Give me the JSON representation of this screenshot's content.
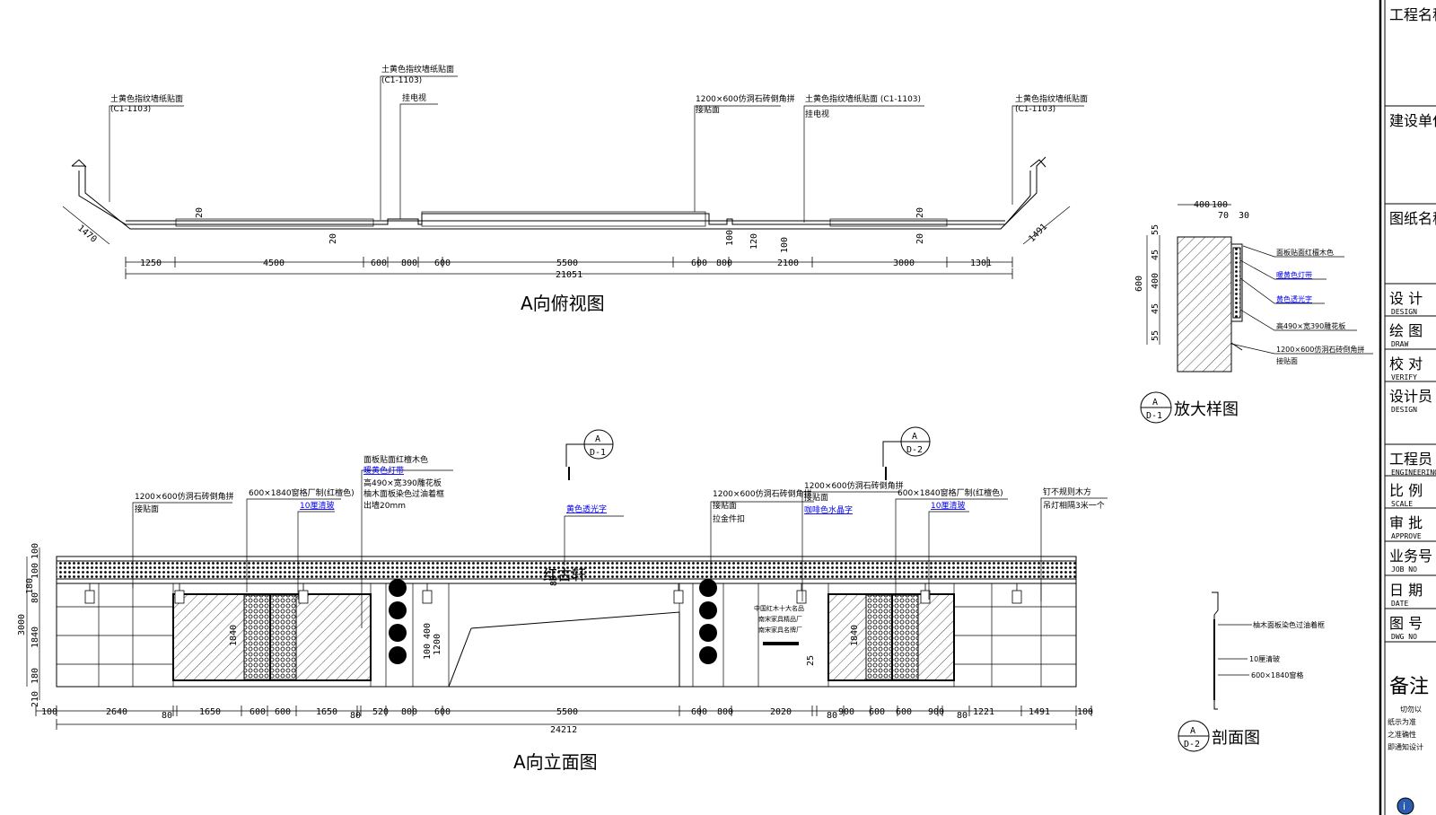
{
  "plan": {
    "title": "A向俯视图",
    "labels": {
      "wall_left": [
        "土黄色指纹墙纸贴面",
        "(C1-1103)"
      ],
      "wall_center": [
        "土黄色指纹墙纸贴面",
        "(C1-1103)"
      ],
      "tv": "挂电视",
      "stone": [
        "1200×600仿洞石砖倒角拼",
        "接贴面"
      ],
      "wall_right_mid": "土黄色指纹墙纸贴面 (C1-1103)",
      "tv2": "挂电视",
      "wall_right": [
        "土黄色指纹墙纸贴面",
        "(C1-1103)"
      ]
    },
    "dims": [
      "1250",
      "4500",
      "600",
      "800",
      "600",
      "5500",
      "600",
      "800",
      "2100",
      "3000",
      "1301"
    ],
    "total": "21051",
    "side_left": "1470",
    "side_right": "1491",
    "small": [
      "20",
      "20",
      "20",
      "20",
      "100",
      "120",
      "100"
    ]
  },
  "elevation": {
    "title": "A向立面图",
    "sign": "红古轩",
    "labels": {
      "stone_l": [
        "1200×600仿洞石砖倒角拼",
        "接贴面"
      ],
      "glass_l": "600×1840窗格厂制(红檀色)",
      "glass10_l": "10厘清玻",
      "panel": [
        "面板贴面红檀木色",
        "暖黄色灯带",
        "高490×宽390雕花板",
        "柚木面板染色过油着框",
        "出墙20mm"
      ],
      "yellow": "黄色透光字",
      "stone_r": [
        "1200×600仿洞石砖倒角拼",
        "接贴面",
        "拉金件扣"
      ],
      "stone_r2": [
        "1200×600仿洞石砖倒角拼",
        "接贴面",
        "咖啡色水晶字"
      ],
      "glass_r": "600×1840窗格厂制(红檀色)",
      "glass10_r": "10厘清玻",
      "nail": [
        "钉不规则木方",
        "吊灯相隔3米一个"
      ]
    },
    "texts": [
      "中国红木十大名品",
      "南宋家具精品厂",
      "南宋家具名牌厂"
    ],
    "dims": [
      "100",
      "2640",
      "80",
      "1650",
      "600",
      "600",
      "1650",
      "80",
      "520",
      "800",
      "600",
      "5500",
      "600",
      "800",
      "2020",
      "80",
      "900",
      "600",
      "600",
      "900",
      "80",
      "1221",
      "1491",
      "100"
    ],
    "total": "24212",
    "vdims": [
      "3000",
      "100",
      "100",
      "180",
      "80",
      "1840",
      "180",
      "210"
    ],
    "inner": [
      "1840",
      "1840",
      "400",
      "100",
      "1200",
      "80",
      "25"
    ]
  },
  "callouts": {
    "d1": {
      "top": "A",
      "bottom": "D-1"
    },
    "d2": {
      "top": "A",
      "bottom": "D-2"
    }
  },
  "detail1": {
    "title": "放大样图",
    "callout": {
      "top": "A",
      "bottom": "D-1"
    },
    "top_dims": [
      "400",
      "100",
      "70",
      "30"
    ],
    "side_dims": [
      "600",
      "55",
      "45",
      "400",
      "45",
      "55"
    ],
    "labels": [
      "面板贴面红檀木色",
      "暖黄色灯带",
      "黄色透光字",
      "高490×宽390雕花板",
      "1200×600仿洞石砖倒角拼",
      "接贴面"
    ]
  },
  "section": {
    "title": "剖面图",
    "callout": {
      "top": "A",
      "bottom": "D-2"
    },
    "labels": [
      "柚木面板染色过油着框",
      "10厘清玻",
      "600×1840窗格"
    ]
  },
  "titleblock": {
    "rows": [
      {
        "cn": "工程名称",
        "en": ""
      },
      {
        "cn": "建设单位",
        "en": ""
      },
      {
        "cn": "图纸名称",
        "en": ""
      },
      {
        "cn": "设 计",
        "en": "DESIGN"
      },
      {
        "cn": "绘 图",
        "en": "DRAW"
      },
      {
        "cn": "校 对",
        "en": "VERIFY"
      },
      {
        "cn": "设计员",
        "en": "DESIGN"
      },
      {
        "cn": "工程员",
        "en": "ENGINEERING"
      },
      {
        "cn": "比 例",
        "en": "SCALE"
      },
      {
        "cn": "审 批",
        "en": "APPROVE"
      },
      {
        "cn": "业务号",
        "en": "JOB NO"
      },
      {
        "cn": "日 期",
        "en": "DATE"
      },
      {
        "cn": "图 号",
        "en": "DWG NO"
      }
    ],
    "note_title": "备注",
    "note_lines": [
      "切勿以",
      "纸示为准",
      "之准确性",
      "即通知设计"
    ]
  }
}
